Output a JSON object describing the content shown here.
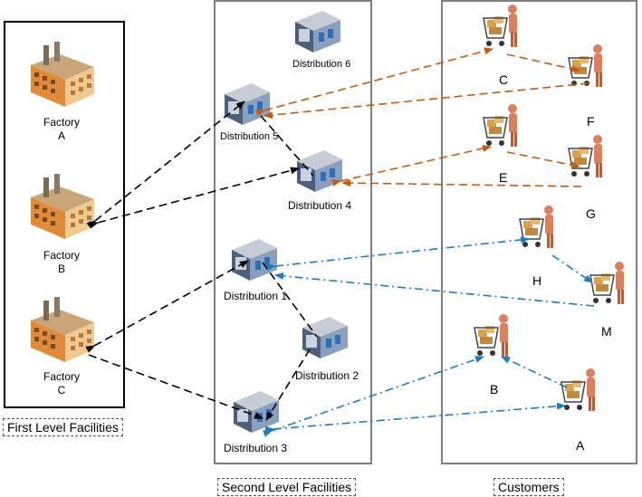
{
  "captions": {
    "first": "First Level Facilities",
    "second": "Second Level Facilities",
    "customers": "Customers"
  },
  "factories": [
    {
      "line1": "Factory",
      "line2": "A"
    },
    {
      "line1": "Factory",
      "line2": "B"
    },
    {
      "line1": "Factory",
      "line2": "C"
    }
  ],
  "distribution": [
    "Distribution 1",
    "Distribution 2",
    "Distribution 3",
    "Distribution 4",
    "Distribution 5",
    "Distribution 6"
  ],
  "customers": [
    "A",
    "B",
    "C",
    "E",
    "F",
    "G",
    "H",
    "M"
  ],
  "colors": {
    "black_link": "#000000",
    "orange_link": "#c55a11",
    "blue_link": "#1f7bc1",
    "panel_first": "#000000",
    "panel_other": "#7f7f7f"
  }
}
